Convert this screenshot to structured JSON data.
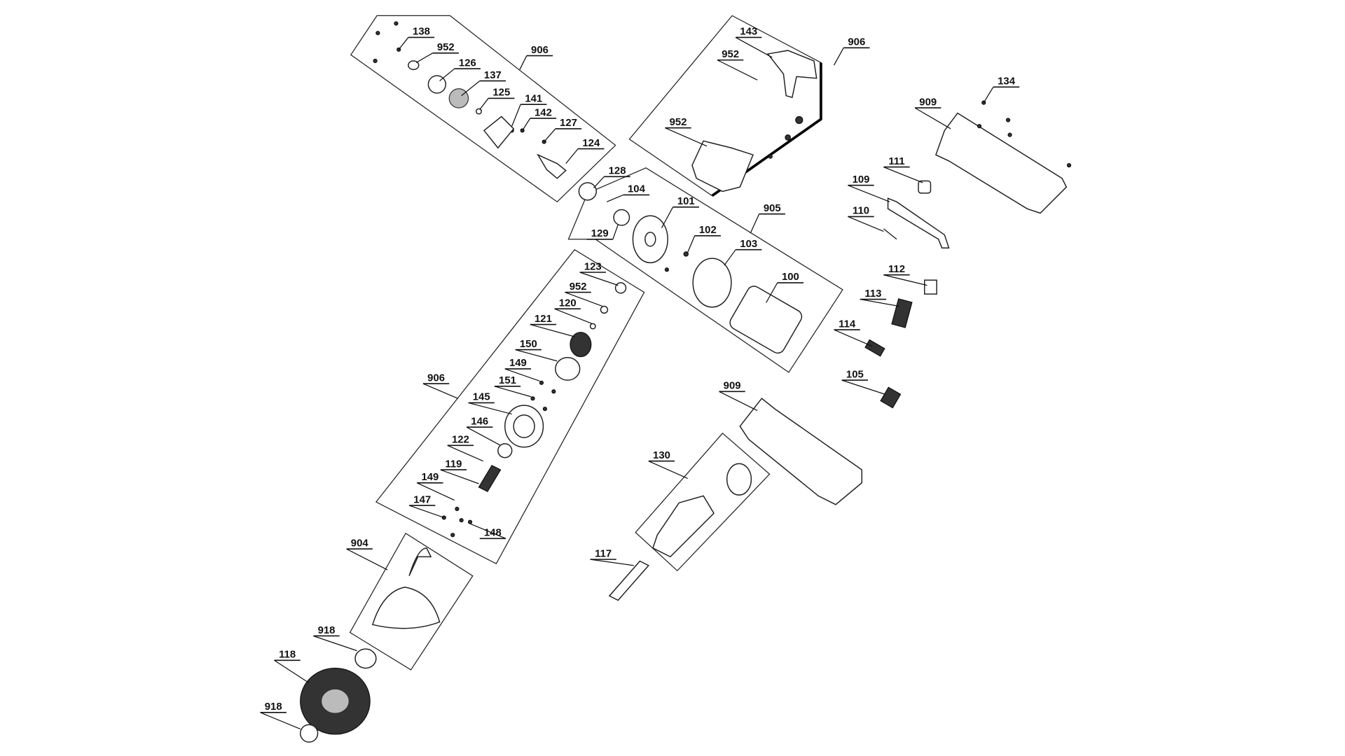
{
  "diagram": {
    "type": "exploded parts diagram",
    "callouts": [
      "138",
      "952",
      "906",
      "126",
      "137",
      "125",
      "141",
      "142",
      "127",
      "124",
      "128",
      "104",
      "101",
      "129",
      "102",
      "103",
      "905",
      "100",
      "143",
      "952",
      "906",
      "952",
      "134",
      "909",
      "111",
      "109",
      "110",
      "112",
      "113",
      "114",
      "105",
      "123",
      "952",
      "120",
      "121",
      "150",
      "149",
      "151",
      "906",
      "145",
      "146",
      "122",
      "119",
      "149",
      "147",
      "148",
      "904",
      "918",
      "118",
      "918",
      "909",
      "130",
      "117"
    ]
  }
}
